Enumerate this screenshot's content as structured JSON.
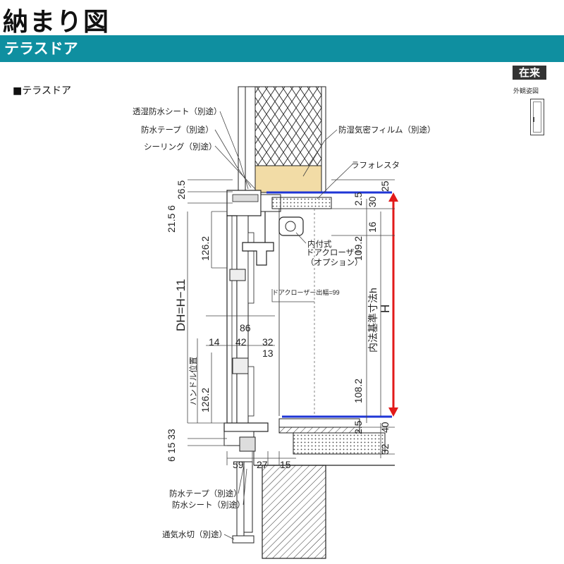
{
  "header": {
    "title": "納まり図",
    "banner": "テラスドア"
  },
  "section_title": "■テラスドア",
  "badge": {
    "label": "在来",
    "sub": "外観姿図"
  },
  "callouts": {
    "moisture_sheet": "透湿防水シート（別途）",
    "waterproof_tape_top": "防水テープ（別途）",
    "sealing": "シーリング（別途）",
    "vapor_film": "防湿気密フィルム（別途）",
    "lath": "ラフォレスタ",
    "closer": [
      "内付式",
      "ドアクローザー",
      "（オプション）"
    ],
    "closer_span": "ドアクローザー出幅=99",
    "waterproof_tape_bottom": "防水テープ（別途）",
    "waterproof_sheet_bottom": "防水シート（別途）",
    "vent_drip": "通気水切（別途）"
  },
  "dimensions": {
    "d_26_5": "26.5",
    "d_21_5_6": "21.5 6",
    "d_126_2_top": "126.2",
    "dh": "DH=H−11",
    "d_86": "86",
    "d_14": "14",
    "d_42": "42",
    "d_32_mid": "32",
    "d_13": "13",
    "handle_pos": "ハンドル位置",
    "d_126_2_bot": "126.2",
    "d_6_15_33": "6 15 33",
    "d_59": "59",
    "d_27": "27",
    "d_15": "15",
    "d_2_5_top": "2.5",
    "d_25": "25",
    "d_30": "30",
    "d_16": "16",
    "d_109_2": "109.2",
    "inner_ref": "内法基準寸法h",
    "d_h": "H",
    "d_108_2": "108.2",
    "d_2_5_bot": "2.5",
    "d_40": "40",
    "d_32_bot": "32"
  },
  "colors": {
    "banner": "#0f8fa0",
    "dim_red": "#e21a1a",
    "ref_blue": "#1f36d6",
    "insulation": "#f2dca6"
  }
}
